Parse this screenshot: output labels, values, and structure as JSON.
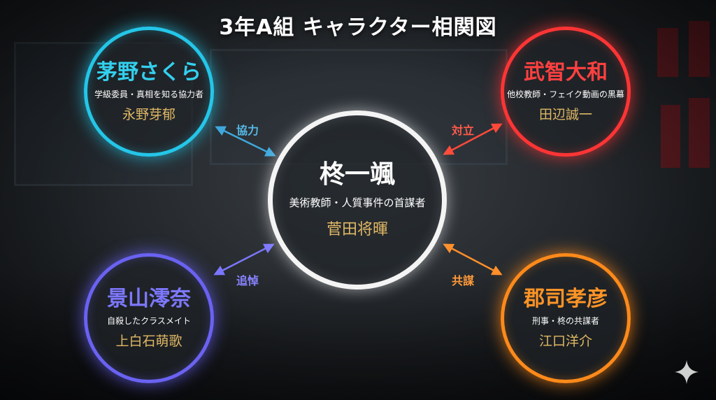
{
  "title": "3年A組 キャラクター相関図",
  "center": {
    "name": "柊一颯",
    "role": "美術教師・人質事件の首謀者",
    "actor": "菅田将暉"
  },
  "characters": {
    "top_left": {
      "name": "茅野さくら",
      "role": "学級委員・真相を知る協力者",
      "actor": "永野芽郁",
      "relation": "協力",
      "color": "#24c6e8"
    },
    "top_right": {
      "name": "武智大和",
      "role": "他校教師・フェイク動画の黒幕",
      "actor": "田辺誠一",
      "relation": "対立",
      "color": "#ff3535"
    },
    "bottom_left": {
      "name": "景山澪奈",
      "role": "自殺したクラスメイト",
      "actor": "上白石萌歌",
      "relation": "追悼",
      "color": "#6a62f2"
    },
    "bottom_right": {
      "name": "郡司孝彦",
      "role": "刑事・柊の共謀者",
      "actor": "江口洋介",
      "relation": "共謀",
      "color": "#ff8a1a"
    }
  },
  "watermark_icon": "sparkle-icon"
}
